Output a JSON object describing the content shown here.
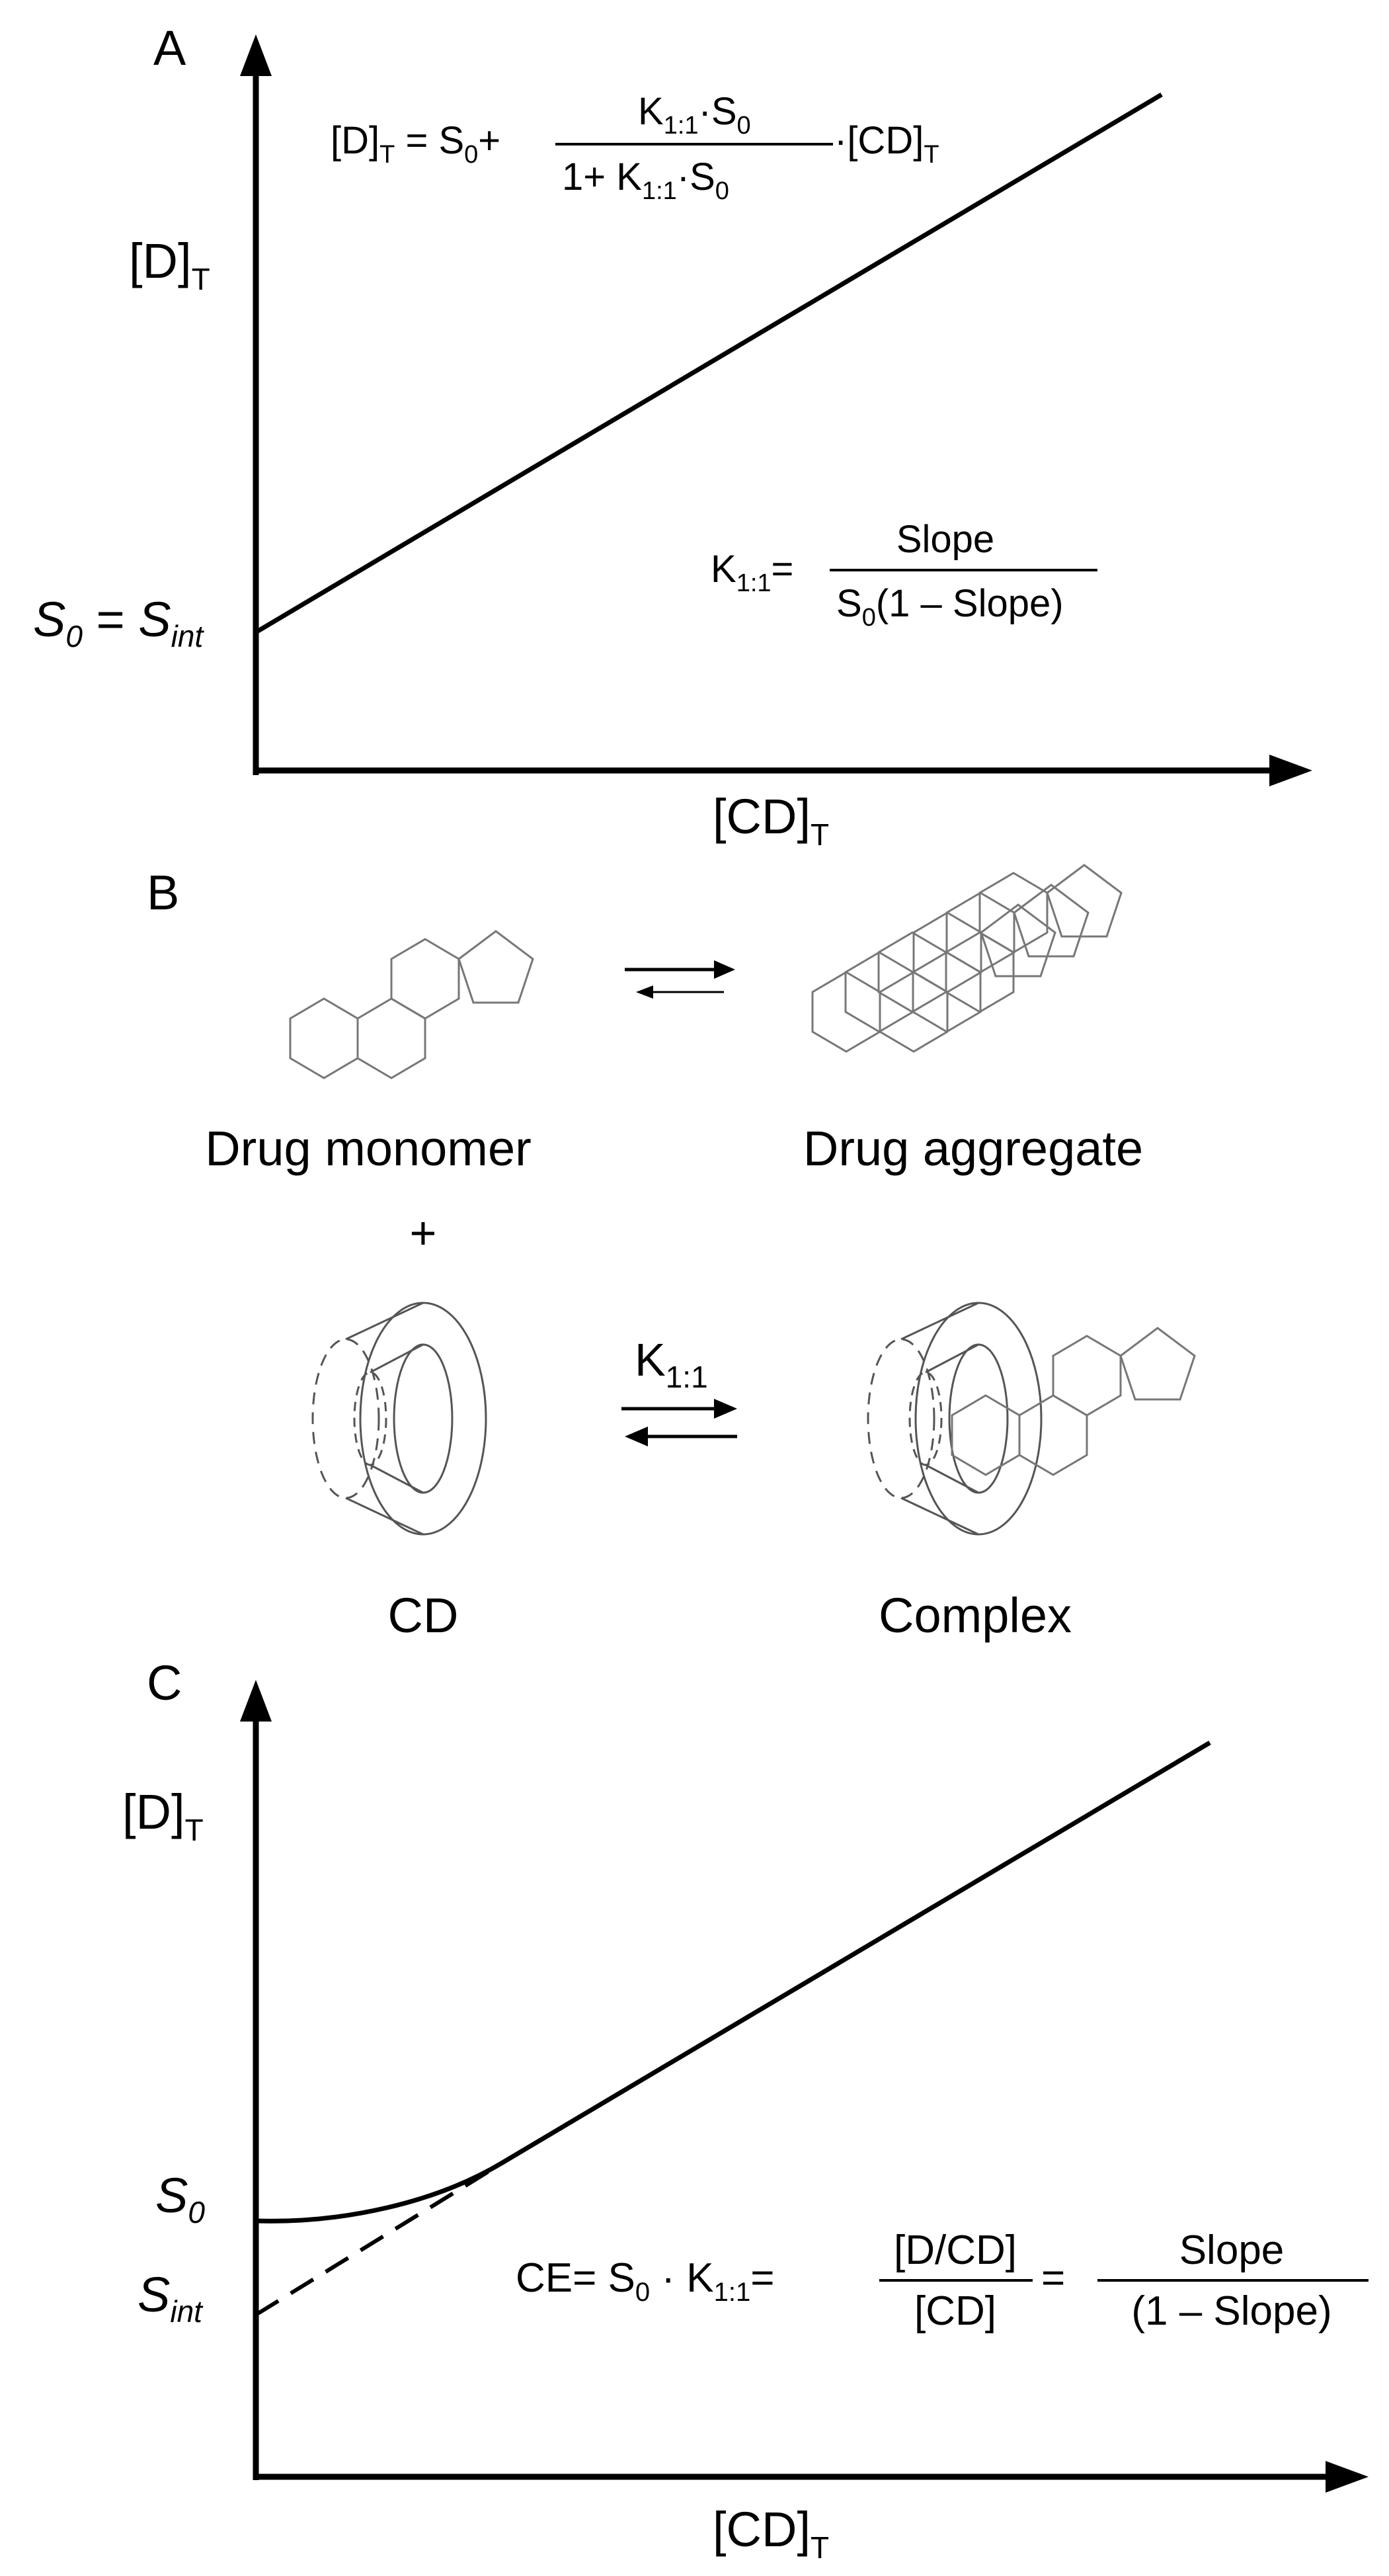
{
  "panel_a": {
    "label": "A",
    "y_axis_label": {
      "base": "[D]",
      "sub": "T"
    },
    "x_axis_label": {
      "base": "[CD]",
      "sub": "T"
    },
    "intercept_label": {
      "s0": "S",
      "s0_sub": "0",
      "eq": " = ",
      "sint": "S",
      "sint_sub": "int"
    },
    "equation_top": {
      "lhs": "[D]",
      "lhs_sub": "T",
      "eq_s0": " = S",
      "eq_s0_sub": "0",
      "plus": "+",
      "num_k": "K",
      "num_k_sub": "1:1",
      "num_s": "·S",
      "num_s_sub": "0",
      "den_pre": "1+ K",
      "den_k_sub": "1:1",
      "den_s": "·S",
      "den_s_sub": "0",
      "tail_pre": "·[CD]",
      "tail_sub": "T"
    },
    "equation_k": {
      "k": "K",
      "k_sub": "1:1",
      "eq": "=",
      "numerator": "Slope",
      "den_s": "S",
      "den_s_sub": "0",
      "den_rest": "(1  –  Slope)"
    }
  },
  "panel_b": {
    "label": "B",
    "monomer_label": "Drug monomer",
    "aggregate_label": "Drug aggregate",
    "plus": "+",
    "k_label": "K",
    "k_sub": "1:1",
    "cd_label": "CD",
    "complex_label": "Complex"
  },
  "panel_c": {
    "label": "C",
    "y_axis_label": {
      "base": "[D]",
      "sub": "T"
    },
    "x_axis_label": {
      "base": "[CD]",
      "sub": "T"
    },
    "s0_label": {
      "base": "S",
      "sub": "0"
    },
    "sint_label": {
      "base": "S",
      "sub": "int"
    },
    "equation": {
      "ce": "CE= S",
      "ce_sub": "0",
      "dot_k": " · K",
      "k_sub": "1:1",
      "eq1": "=",
      "frac1_num": "[D/CD]",
      "frac1_den": "[CD]",
      "eq2": "=",
      "frac2_num": "Slope",
      "frac2_den": "(1  –  Slope)"
    }
  }
}
